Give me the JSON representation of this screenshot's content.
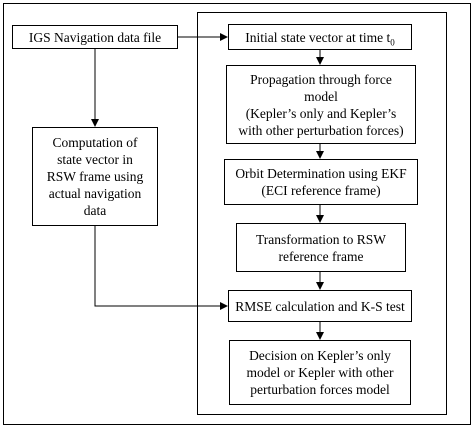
{
  "diagram": {
    "source_box": {
      "label": "IGS Navigation data file"
    },
    "computation_box": {
      "lines": [
        "Computation of",
        "state vector in",
        "RSW frame using",
        "actual navigation",
        "data"
      ]
    },
    "steps": [
      {
        "id": "initial-state",
        "text": "Initial state vector at time t",
        "subscript": "0"
      },
      {
        "id": "propagation",
        "lines": [
          "Propagation through force",
          "model",
          "(Kepler’s only and Kepler’s",
          "with other perturbation forces)"
        ]
      },
      {
        "id": "orbit-determination",
        "lines": [
          "Orbit Determination using EKF",
          "(ECI reference  frame)"
        ]
      },
      {
        "id": "transformation",
        "lines": [
          "Transformation to RSW",
          "reference frame"
        ]
      },
      {
        "id": "rmse",
        "lines": [
          "RMSE calculation and K-S test"
        ]
      },
      {
        "id": "decision",
        "lines": [
          "Decision on Kepler’s only",
          "model or Kepler with other",
          "perturbation forces model"
        ]
      }
    ],
    "colors": {
      "stroke": "#000000",
      "background": "#ffffff"
    }
  }
}
